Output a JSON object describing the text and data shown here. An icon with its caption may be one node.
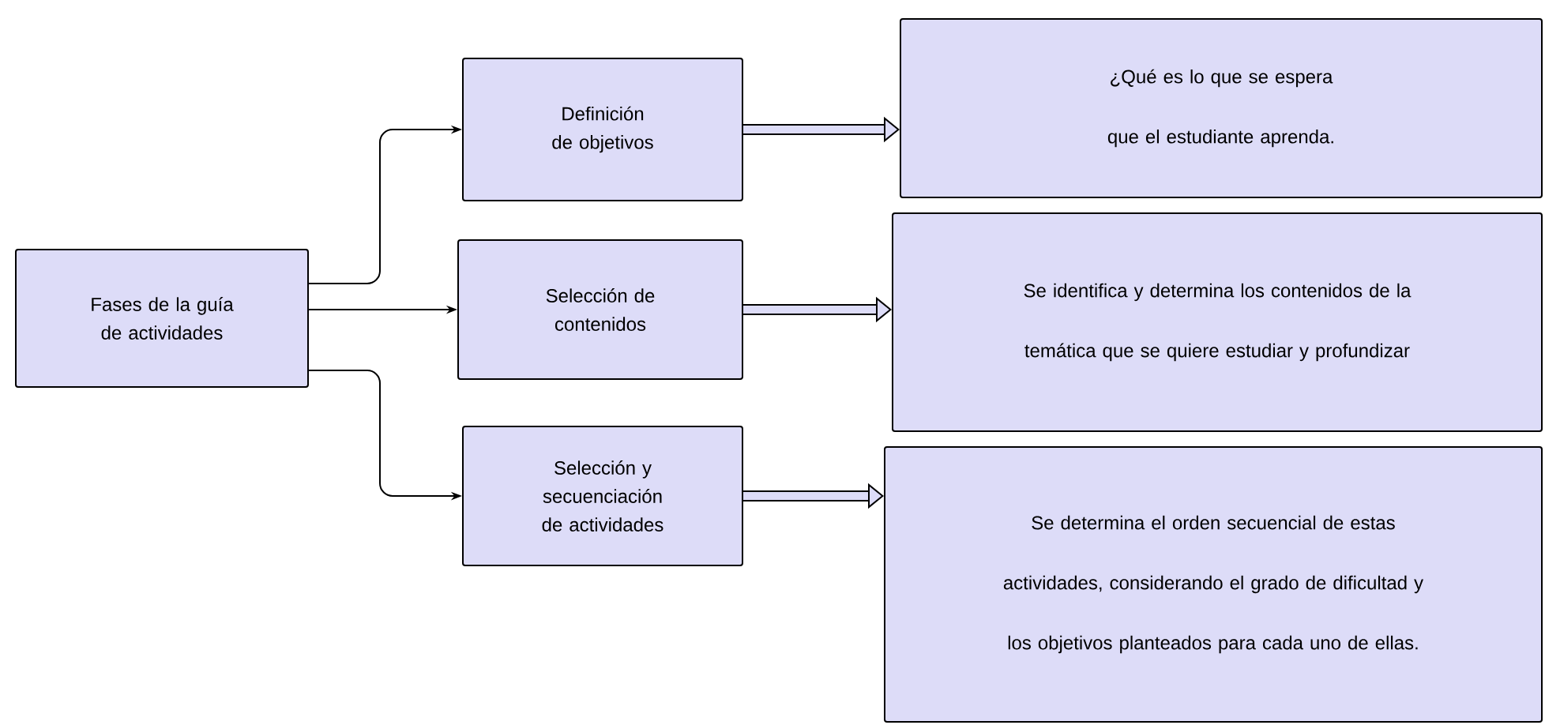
{
  "diagram": {
    "nodes": [
      {
        "text": [
          "Fases de la guía de actividades"
        ]
      },
      {
        "text": [
          "Definición de objetivos"
        ]
      },
      {
        "text": [
          "Selección de contenidos"
        ]
      },
      {
        "text": [
          "Selección y secuenciación de actividades"
        ]
      },
      {
        "text": [
          "¿Qué es lo que se espera que el estudiante aprenda."
        ]
      },
      {
        "text": [
          "Se identifica y determina los contenidos de la temática que se quiere estudiar y profundizar"
        ]
      },
      {
        "text": [
          "Se determina el orden secuencial de estas actividades, considerando el grado de dificultad y los objetivos planteados para cada uno de ellas."
        ]
      }
    ],
    "edges": [
      {
        "from": 0,
        "to": 1,
        "arrow": "to"
      },
      {
        "from": 0,
        "to": 2,
        "arrow": "to"
      },
      {
        "from": 0,
        "to": 3,
        "arrow": "to"
      },
      {
        "from": 1,
        "to": 4,
        "arrow": "to",
        "style": "thick"
      },
      {
        "from": 2,
        "to": 5,
        "arrow": "to",
        "style": "thick"
      },
      {
        "from": 3,
        "to": 6,
        "arrow": "to",
        "style": "thick"
      }
    ]
  }
}
